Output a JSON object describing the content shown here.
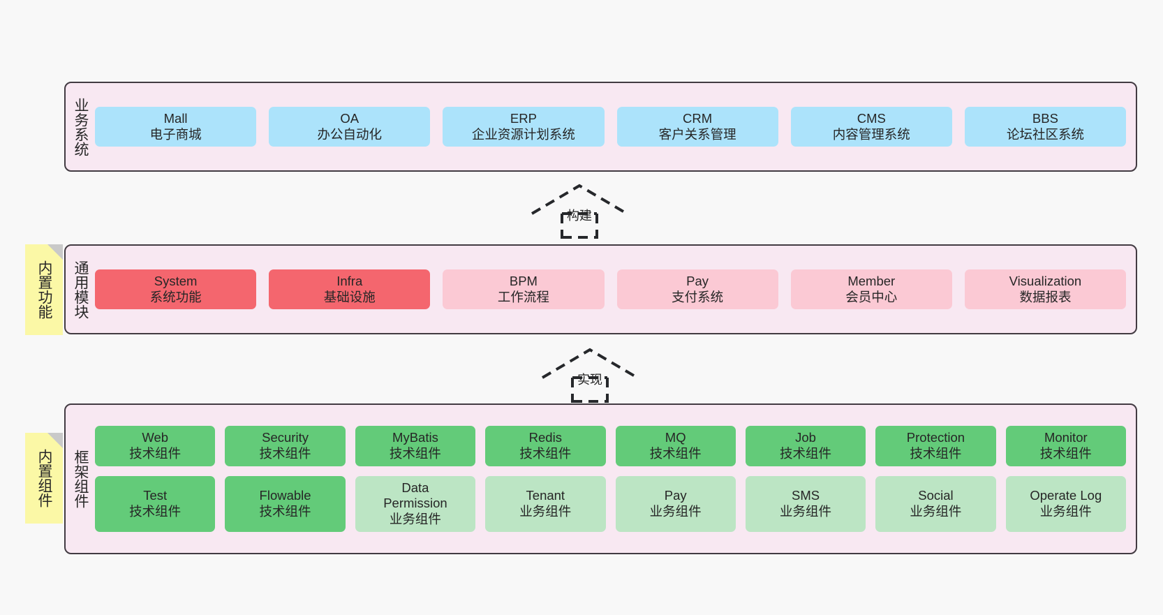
{
  "diagram": {
    "background": "#f8f8f8",
    "band_fill": "#f8e8f2",
    "band_border": "#423b42",
    "note_fill": "#fbf8a6",
    "note_fold": "#c9c9c9"
  },
  "layers": [
    {
      "id": "business",
      "title": "业务系统",
      "fill": "#f8e8f2",
      "rows": [
        {
          "cells": [
            {
              "en": "Mall",
              "cn": "电子商城",
              "color": "#ace3fb",
              "style": "c-blue"
            },
            {
              "en": "OA",
              "cn": "办公自动化",
              "color": "#ace3fb",
              "style": "c-blue"
            },
            {
              "en": "ERP",
              "cn": "企业资源计划系统",
              "color": "#ace3fb",
              "style": "c-blue"
            },
            {
              "en": "CRM",
              "cn": "客户关系管理",
              "color": "#ace3fb",
              "style": "c-blue"
            },
            {
              "en": "CMS",
              "cn": "内容管理系统",
              "color": "#ace3fb",
              "style": "c-blue"
            },
            {
              "en": "BBS",
              "cn": "论坛社区系统",
              "color": "#ace3fb",
              "style": "c-blue"
            }
          ]
        }
      ]
    },
    {
      "id": "common-module",
      "title": "通用模块",
      "note": "内置功能",
      "rows": [
        {
          "cells": [
            {
              "en": "System",
              "cn": "系统功能",
              "color": "#f4666e",
              "style": "c-red"
            },
            {
              "en": "Infra",
              "cn": "基础设施",
              "color": "#f4666e",
              "style": "c-red"
            },
            {
              "en": "BPM",
              "cn": "工作流程",
              "color": "#fbc9d4",
              "style": "c-pink"
            },
            {
              "en": "Pay",
              "cn": "支付系统",
              "color": "#fbc9d4",
              "style": "c-pink"
            },
            {
              "en": "Member",
              "cn": "会员中心",
              "color": "#fbc9d4",
              "style": "c-pink"
            },
            {
              "en": "Visualization",
              "cn": "数据报表",
              "color": "#fbc9d4",
              "style": "c-pink"
            }
          ]
        }
      ]
    },
    {
      "id": "framework-components",
      "title": "框架组件",
      "note": "内置组件",
      "rows": [
        {
          "cells": [
            {
              "en": "Web",
              "cn": "技术组件",
              "color": "#63cb79",
              "style": "c-green"
            },
            {
              "en": "Security",
              "cn": "技术组件",
              "color": "#63cb79",
              "style": "c-green"
            },
            {
              "en": "MyBatis",
              "cn": "技术组件",
              "color": "#63cb79",
              "style": "c-green"
            },
            {
              "en": "Redis",
              "cn": "技术组件",
              "color": "#63cb79",
              "style": "c-green"
            },
            {
              "en": "MQ",
              "cn": "技术组件",
              "color": "#63cb79",
              "style": "c-green"
            },
            {
              "en": "Job",
              "cn": "技术组件",
              "color": "#63cb79",
              "style": "c-green"
            },
            {
              "en": "Protection",
              "cn": "技术组件",
              "color": "#63cb79",
              "style": "c-green"
            },
            {
              "en": "Monitor",
              "cn": "技术组件",
              "color": "#63cb79",
              "style": "c-green"
            }
          ]
        },
        {
          "cells": [
            {
              "en": "Test",
              "cn": "技术组件",
              "color": "#63cb79",
              "style": "c-green"
            },
            {
              "en": "Flowable",
              "cn": "技术组件",
              "color": "#63cb79",
              "style": "c-green"
            },
            {
              "en": "Data Permission",
              "cn": "业务组件",
              "color": "#bce5c4",
              "style": "c-lightgreen"
            },
            {
              "en": "Tenant",
              "cn": "业务组件",
              "color": "#bce5c4",
              "style": "c-lightgreen"
            },
            {
              "en": "Pay",
              "cn": "业务组件",
              "color": "#bce5c4",
              "style": "c-lightgreen"
            },
            {
              "en": "SMS",
              "cn": "业务组件",
              "color": "#bce5c4",
              "style": "c-lightgreen"
            },
            {
              "en": "Social",
              "cn": "业务组件",
              "color": "#bce5c4",
              "style": "c-lightgreen"
            },
            {
              "en": "Operate Log",
              "cn": "业务组件",
              "color": "#bce5c4",
              "style": "c-lightgreen"
            }
          ]
        }
      ]
    }
  ],
  "connectors": [
    {
      "id": "build",
      "label": "构建",
      "from": "common-module",
      "to": "business"
    },
    {
      "id": "implement",
      "label": "实现",
      "from": "framework-components",
      "to": "common-module"
    }
  ]
}
